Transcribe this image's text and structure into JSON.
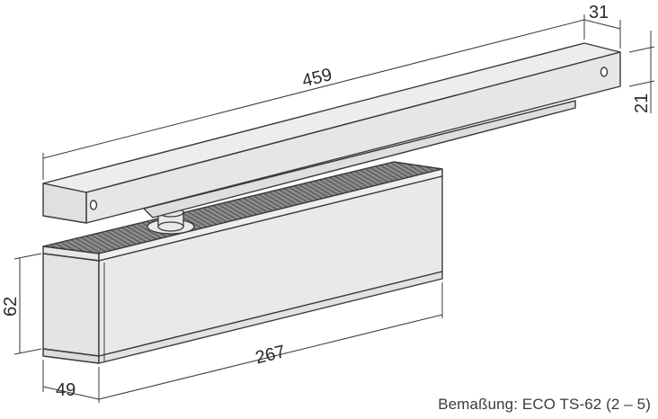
{
  "figure": {
    "subject": "door-closer-with-slide-rail",
    "caption": "Bemaßung: ECO TS-62 (2 – 5)",
    "dimensions": {
      "rail_length": "459",
      "rail_width": "31",
      "rail_height": "21",
      "body_height": "62",
      "body_depth": "49",
      "body_length": "267"
    },
    "colors": {
      "line": "#3a3a3a",
      "face_light": "#ececec",
      "face_mid": "#e2e2e2",
      "face_dark": "#d6d6d6",
      "ribbed_top": "#6a6a6a"
    }
  }
}
